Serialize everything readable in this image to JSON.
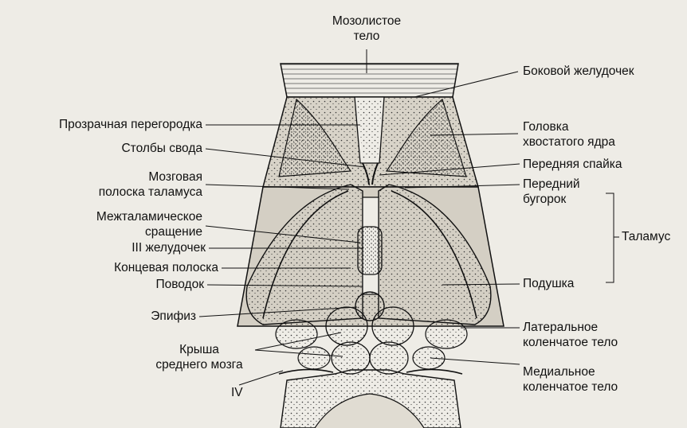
{
  "labels": {
    "corpus_callosum": [
      "Мозолистое",
      "тело"
    ],
    "lateral_ventricle": "Боковой желудочек",
    "septum_pellucidum": "Прозрачная перегородка",
    "caudate_head": [
      "Головка",
      "хвостатого ядра"
    ],
    "fornix_columns": "Столбы свода",
    "anterior_commissure": "Передняя спайка",
    "stria_medullaris": [
      "Мозговая",
      "полоска таламуса"
    ],
    "anterior_tubercle": [
      "Передний",
      "бугорок"
    ],
    "interthalamic_adhesion": [
      "Межталамическое",
      "сращение"
    ],
    "third_ventricle": "III желудочек",
    "thalamus": "Таламус",
    "stria_terminalis": "Концевая полоска",
    "habenula": "Поводок",
    "pulvinar": "Подушка",
    "pineal": "Эпифиз",
    "lateral_geniculate": [
      "Латеральное",
      "коленчатое тело"
    ],
    "tectum": [
      "Крыша",
      "среднего мозга"
    ],
    "medial_geniculate": [
      "Медиальное",
      "коленчатое тело"
    ],
    "nerve_iv": "IV"
  },
  "colors": {
    "ink": "#141414",
    "paper": "#eeece6",
    "shade": "#cfcac0"
  }
}
